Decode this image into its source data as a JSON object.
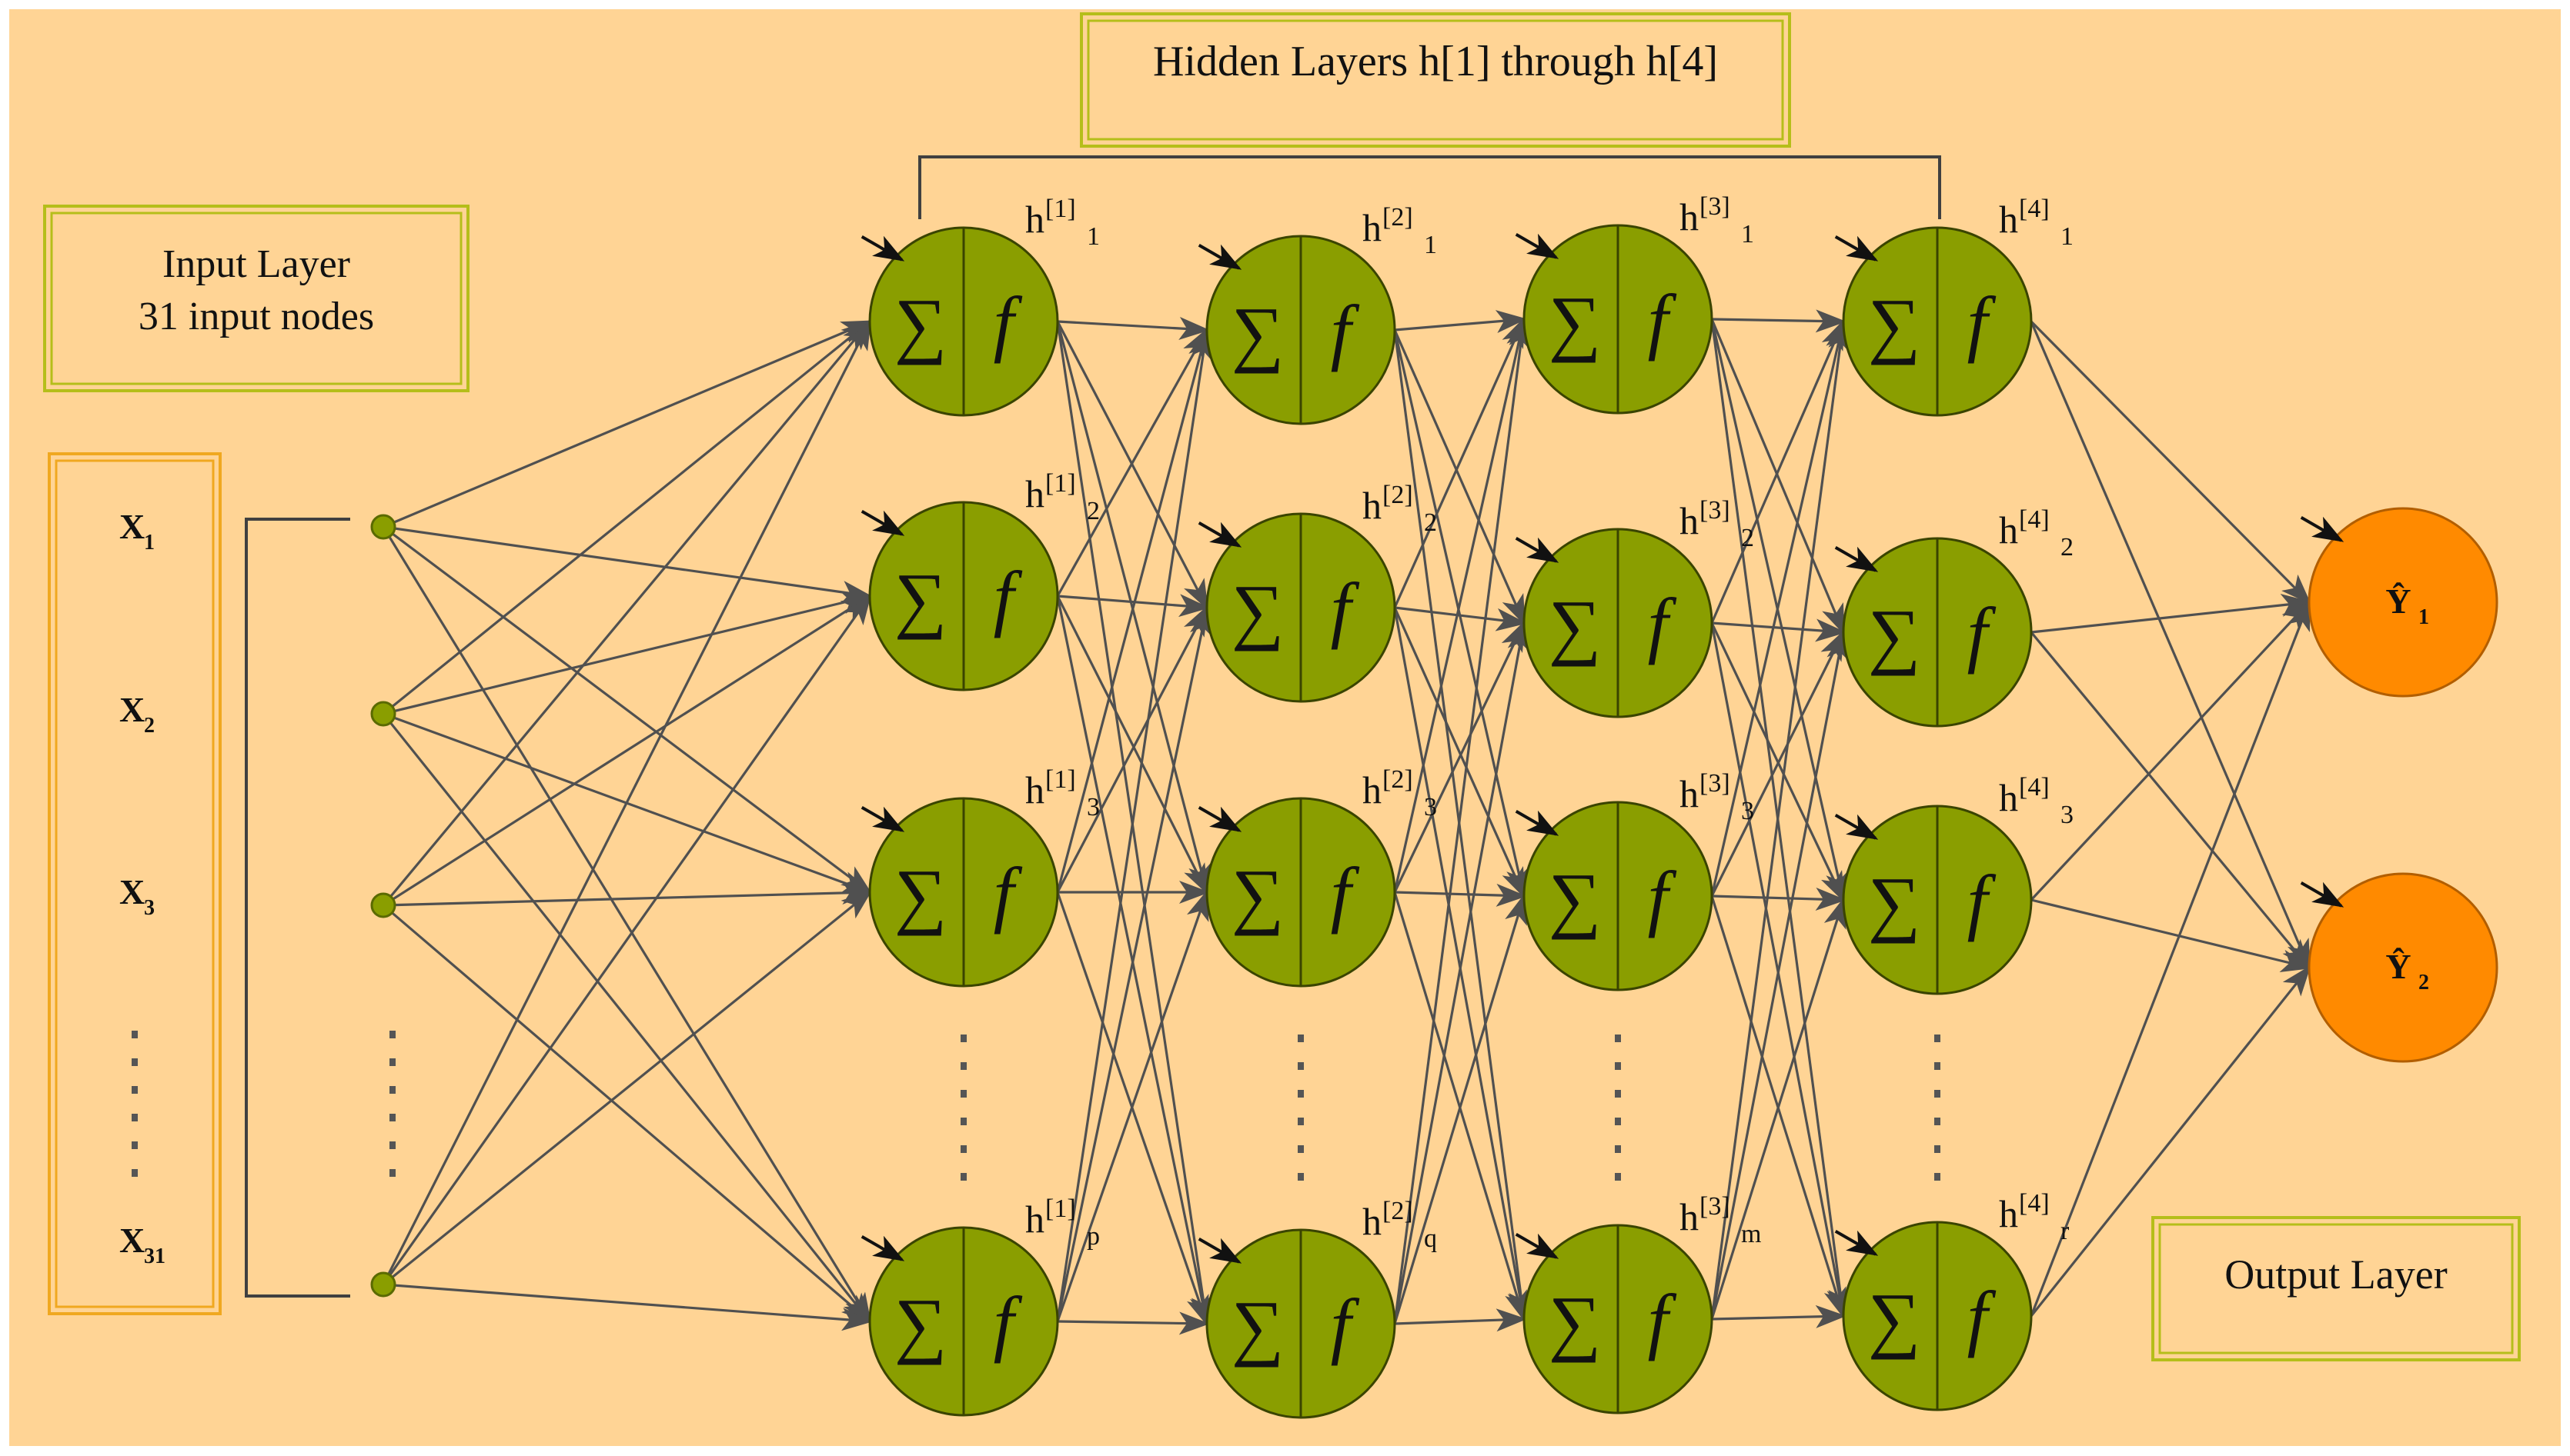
{
  "diagram": {
    "hidden_title": "Hidden Layers h[1] through h[4]",
    "input_title_line1": "Input Layer",
    "input_title_line2": "31 input nodes",
    "output_title": "Output Layer",
    "sum_symbol": "∑",
    "activation_symbol": "f",
    "inputs": [
      {
        "base": "X",
        "sub": "1"
      },
      {
        "base": "X",
        "sub": "2"
      },
      {
        "base": "X",
        "sub": "3"
      },
      {
        "base": "X",
        "sub": "31"
      }
    ],
    "layers": [
      {
        "sup": "[1]",
        "subs": [
          "1",
          "2",
          "3",
          "p"
        ]
      },
      {
        "sup": "[2]",
        "subs": [
          "1",
          "2",
          "3",
          "q"
        ]
      },
      {
        "sup": "[3]",
        "subs": [
          "1",
          "2",
          "3",
          "m"
        ]
      },
      {
        "sup": "[4]",
        "subs": [
          "1",
          "2",
          "3",
          "r"
        ]
      }
    ],
    "outputs": [
      {
        "base": "Ŷ",
        "sub": "1"
      },
      {
        "base": "Ŷ",
        "sub": "2"
      }
    ],
    "colors": {
      "background": "#FFD495",
      "neuron": "#8A9E00",
      "output_neuron": "#FF8A00",
      "box_border": "#B5BE1A",
      "input_box_border": "#F0A820",
      "edge": "#505050"
    }
  }
}
